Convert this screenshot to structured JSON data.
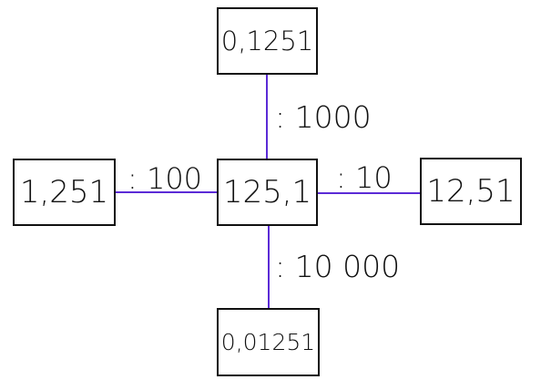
{
  "center": {
    "value": "125,1"
  },
  "nodes": {
    "top": {
      "value": "0,1251",
      "operation": ": 1000"
    },
    "right": {
      "value": "12,51",
      "operation": ": 10"
    },
    "left": {
      "value": "1,251",
      "operation": ": 100"
    },
    "bottom": {
      "value": "0,01251",
      "operation": ": 10 000"
    }
  },
  "colors": {
    "connector": "#5b2bd6",
    "box_border": "#111111",
    "text": "#111111"
  }
}
